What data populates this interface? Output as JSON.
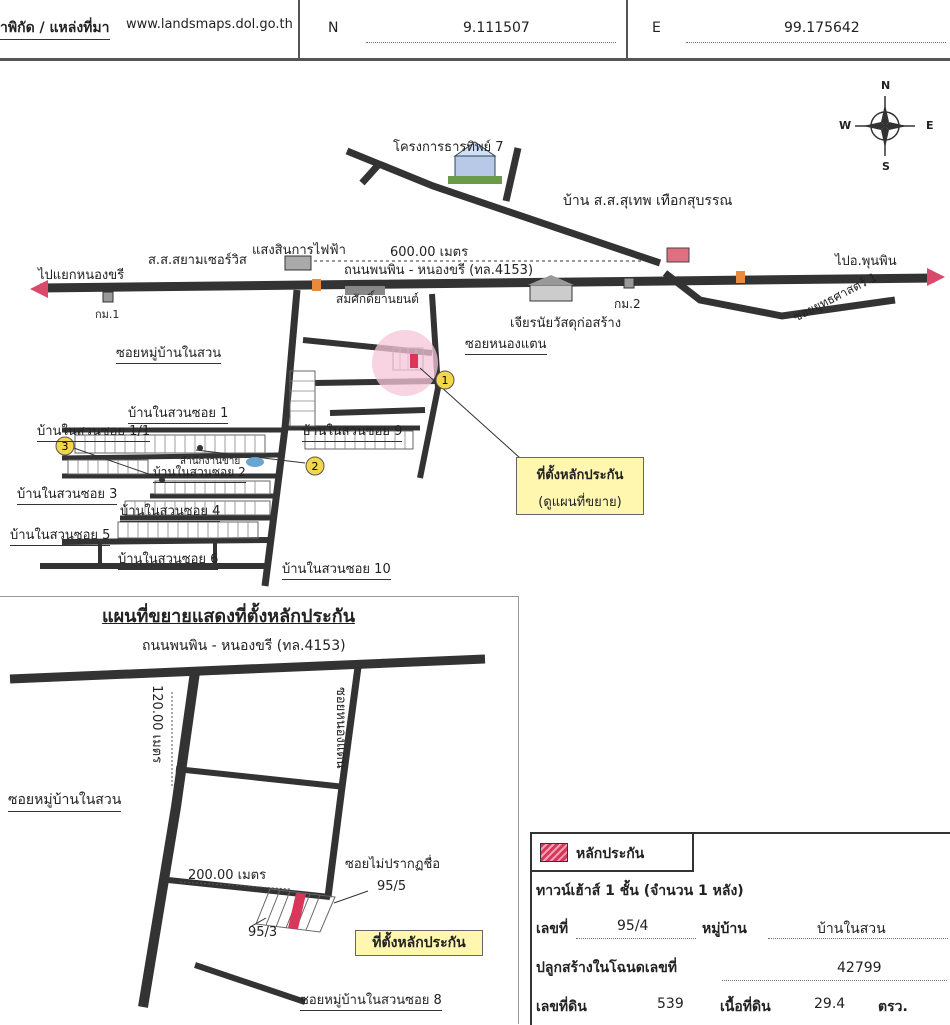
{
  "header": {
    "source_label": "าพิกัด / แหล่งที่มา",
    "source_url": "www.landsmaps.dol.go.th",
    "n_label": "N",
    "n_value": "9.111507",
    "e_label": "E",
    "e_value": "99.175642"
  },
  "compass": {
    "n": "N",
    "s": "S",
    "e": "E",
    "w": "W"
  },
  "map": {
    "road_main": "ถนนพนพิน - หนองขรี (ทล.4153)",
    "distance_main": "600.00 เมตร",
    "to_left": "ไปแยกหนองขรี",
    "to_right": "ไปอ.พุนพิน",
    "project7": "โครงการธารทิพย์ 7",
    "house_mp": "บ้าน ส.ส.สุเทพ เทือกสุบรรณ",
    "siam": "ส.ส.สยามเซอร์วิส",
    "light": "แสงสินการไฟฟ้า",
    "km1": "กม.1",
    "km2": "กม.2",
    "smsak": "สมศักดิ์ยานยนต์",
    "charoen": "เจียรนัยวัสดุก่อสร้าง",
    "soi_yutth": "ซอยยุทธศาสตร์ 1",
    "soi_mooban": "ซอยหมู่บ้านในสวน",
    "soi_nongtaen": "ซอยหนองแตน",
    "soi1": "บ้านในสวนซอย 1",
    "soi1_1": "บ้านในสวนซอย 1/1",
    "soi9": "บ้านในสวนซอย 9",
    "soi_mid": "บ้านในสวนซอย 2",
    "office": "สำนักงานขาย",
    "soi3": "บ้านในสวนซอย 3",
    "soi4": "บ้านในสวนซอย 4",
    "soi5": "บ้านในสวนซอย 5",
    "soi6": "บ้านในสวนซอย 6",
    "soi10": "บ้านในสวนซอย 10",
    "collateral_site": "ที่ตั้งหลักประกัน",
    "see_zoom": "(ดูแผนที่ขยาย)",
    "marker1": "1",
    "marker2": "2",
    "marker3": "3"
  },
  "inset": {
    "title": "แผนที่ขยายแสดงที่ตั้งหลักประกัน",
    "road": "ถนนพนพิน - หนองขรี (ทล.4153)",
    "dist_v": "120.00 เมตร",
    "soi_mooban": "ซอยหมู่บ้านในสวน",
    "soi_nongtaen": "ซอยหนองแตน",
    "dist_h": "200.00 เมตร",
    "soi_noname": "ซอยไม่ปรากฏชื่อ",
    "lot_955": "95/5",
    "lot_953": "95/3",
    "site": "ที่ตั้งหลักประกัน",
    "soi8": "ซอยหมู่บ้านในสวนซอย 8"
  },
  "legend": {
    "collateral": "หลักประกัน",
    "type": "ทาวน์เฮ้าส์ 1 ชั้น (จำนวน 1 หลัง)",
    "no_label": "เลขที่",
    "no_value": "95/4",
    "village_label": "หมู่บ้าน",
    "village_value": "บ้านในสวน",
    "deed_label": "ปลูกสร้างในโฉนดเลขที่",
    "deed_value": "42799",
    "land_no_label": "เลขที่ดิน",
    "land_no_value": "539",
    "area_label": "เนื้อที่ดิน",
    "area_value": "29.4",
    "area_unit": "ตรว."
  },
  "colors": {
    "road": "#333333",
    "highlight": "#f5c6d8",
    "marker": "#f2d64b",
    "collateral": "#d9365a",
    "callout": "#fff6b0",
    "arrow": "#d94a6a"
  }
}
